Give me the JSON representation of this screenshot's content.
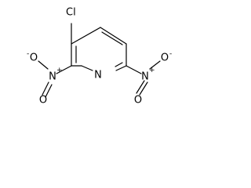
{
  "molecule": {
    "labels": {
      "chlorine": "Cl",
      "ring_nitrogen": "N",
      "nitro_left_nitrogen": "N",
      "nitro_left_o_top": "O",
      "nitro_left_o_bottom": "O",
      "nitro_right_nitrogen": "N",
      "nitro_right_o_top": "O",
      "nitro_right_o_bottom": "O",
      "plus": "+",
      "minus": "-"
    }
  }
}
